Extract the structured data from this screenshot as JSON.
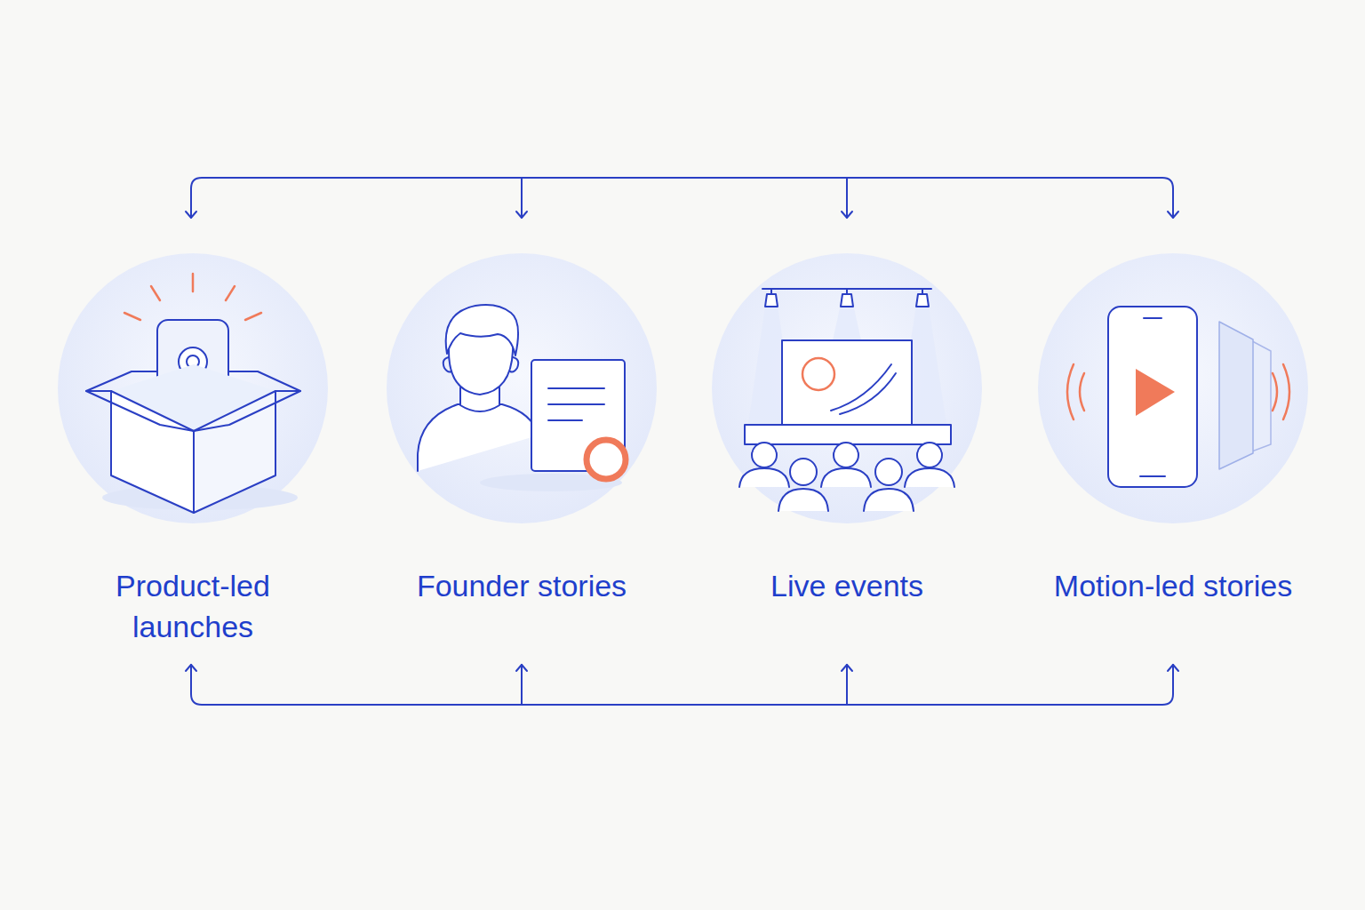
{
  "diagram": {
    "nodes": [
      {
        "text": [
          "Product-led launches"
        ]
      },
      {
        "text": [
          "Founder stories"
        ]
      },
      {
        "text": [
          "Live events"
        ]
      },
      {
        "text": [
          "Motion-led stories"
        ]
      }
    ]
  }
}
